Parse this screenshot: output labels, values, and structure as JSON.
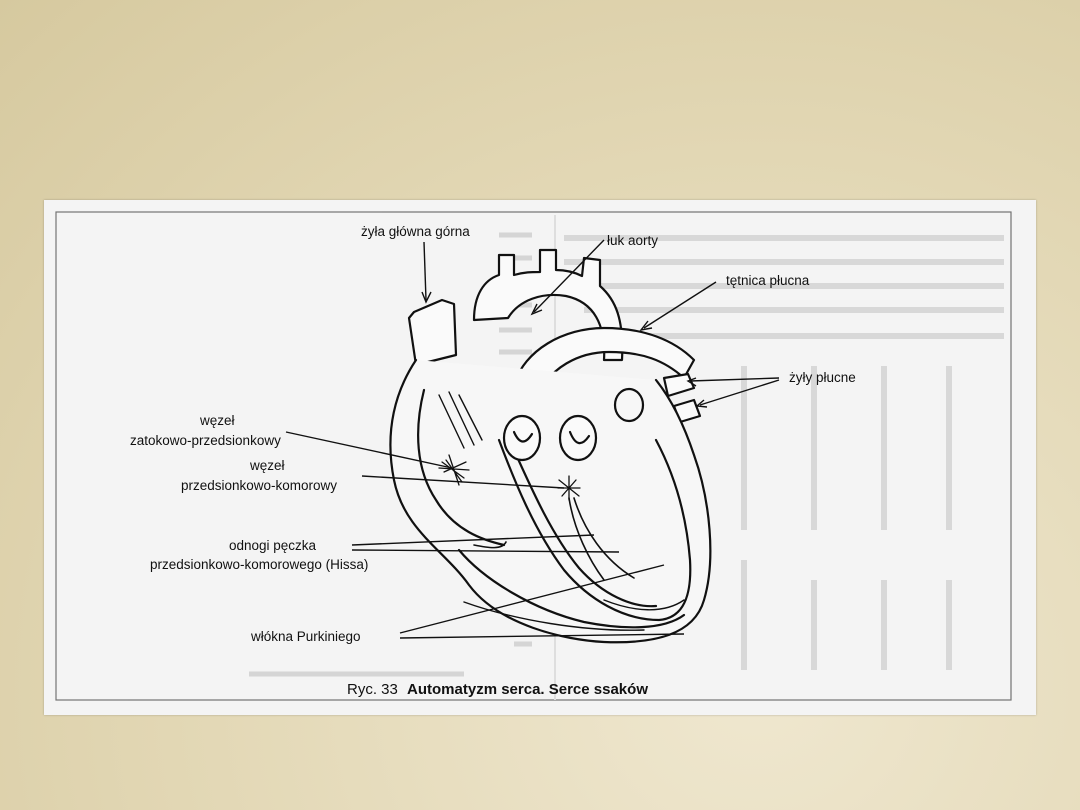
{
  "figure": {
    "labels": {
      "superior_vena_cava": "żyła główna górna",
      "aortic_arch": "łuk aorty",
      "pulmonary_artery": "tętnica płucna",
      "pulmonary_veins": "żyły płucne",
      "sa_node_line1": "węzeł",
      "sa_node_line2": "zatokowo-przedsionkowy",
      "av_node_line1": "węzeł",
      "av_node_line2": "przedsionkowo-komorowy",
      "bundle_line1": "odnogi pęczka",
      "bundle_line2": "przedsionkowo-komorowego (Hissa)",
      "purkinje": "włókna Purkiniego"
    },
    "caption": {
      "prefix": "Ryc. 33",
      "title": "Automatyzm serca. Serce ssaków"
    },
    "colors": {
      "ink": "#111111",
      "paper": "#f4f4f4",
      "slide_bg": "#e2d7b4"
    }
  }
}
